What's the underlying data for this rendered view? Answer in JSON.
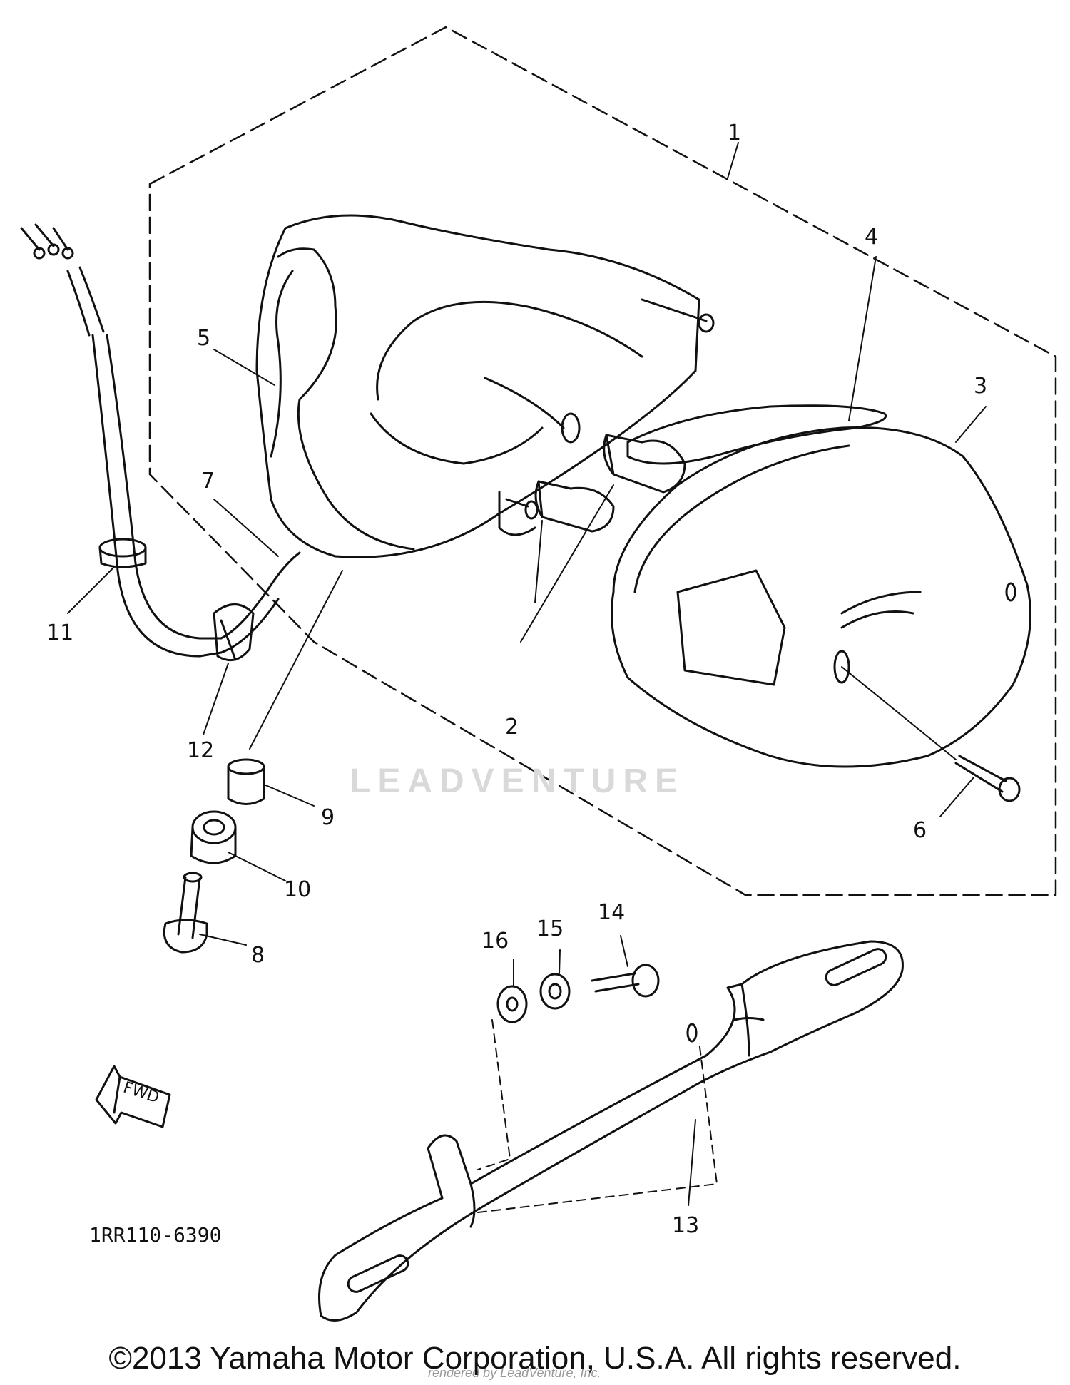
{
  "callouts": {
    "c1": "1",
    "c2": "2",
    "c3": "3",
    "c4": "4",
    "c5": "5",
    "c6": "6",
    "c7": "7",
    "c8": "8",
    "c9": "9",
    "c10": "10",
    "c11": "11",
    "c12": "12",
    "c13": "13",
    "c14": "14",
    "c15": "15",
    "c16": "16"
  },
  "fwd_label": "FWD",
  "diagram_code": "1RR110-6390",
  "watermark": "LEADVENTURE",
  "rendered_by": "rendered by LeadVenture, Inc.",
  "copyright": "©2013 Yamaha Motor Corporation, U.S.A. All rights reserved."
}
